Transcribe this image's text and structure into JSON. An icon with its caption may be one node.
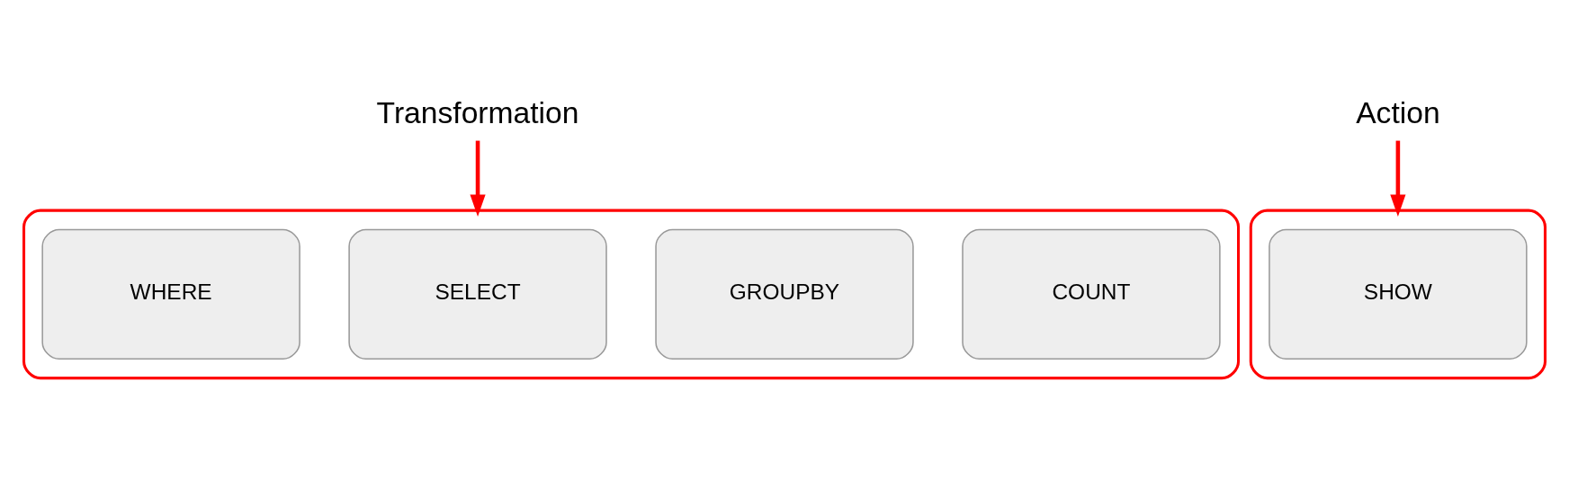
{
  "diagram": {
    "nodes": [
      {
        "text": [
          "Transformation"
        ]
      },
      {
        "text": [
          "Action"
        ]
      },
      {
        "text": [],
        "shape": "box"
      },
      {
        "text": [
          "WHERE"
        ],
        "in": 2
      },
      {
        "text": [
          "SELECT"
        ],
        "in": 2
      },
      {
        "text": [
          "GROUPBY"
        ],
        "in": 2
      },
      {
        "text": [
          "COUNT"
        ],
        "in": 2
      },
      {
        "text": [],
        "shape": "box"
      },
      {
        "text": [
          "SHOW"
        ],
        "in": 7
      }
    ],
    "edges": [
      {
        "from": 0,
        "to": 2,
        "arrow": "to"
      },
      {
        "from": 1,
        "to": 7,
        "arrow": "to"
      }
    ]
  }
}
